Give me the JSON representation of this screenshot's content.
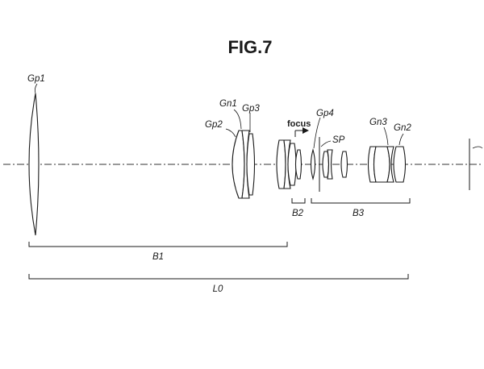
{
  "figure": {
    "title": "FIG.7",
    "labels": {
      "gp1": "Gp1",
      "gn1": "Gn1",
      "gp3": "Gp3",
      "gp2": "Gp2",
      "focus": "focus",
      "gp4": "Gp4",
      "sp": "SP",
      "gn3": "Gn3",
      "gn2": "Gn2",
      "b1": "B1",
      "b2": "B2",
      "b3": "B3",
      "l0": "L0"
    }
  }
}
